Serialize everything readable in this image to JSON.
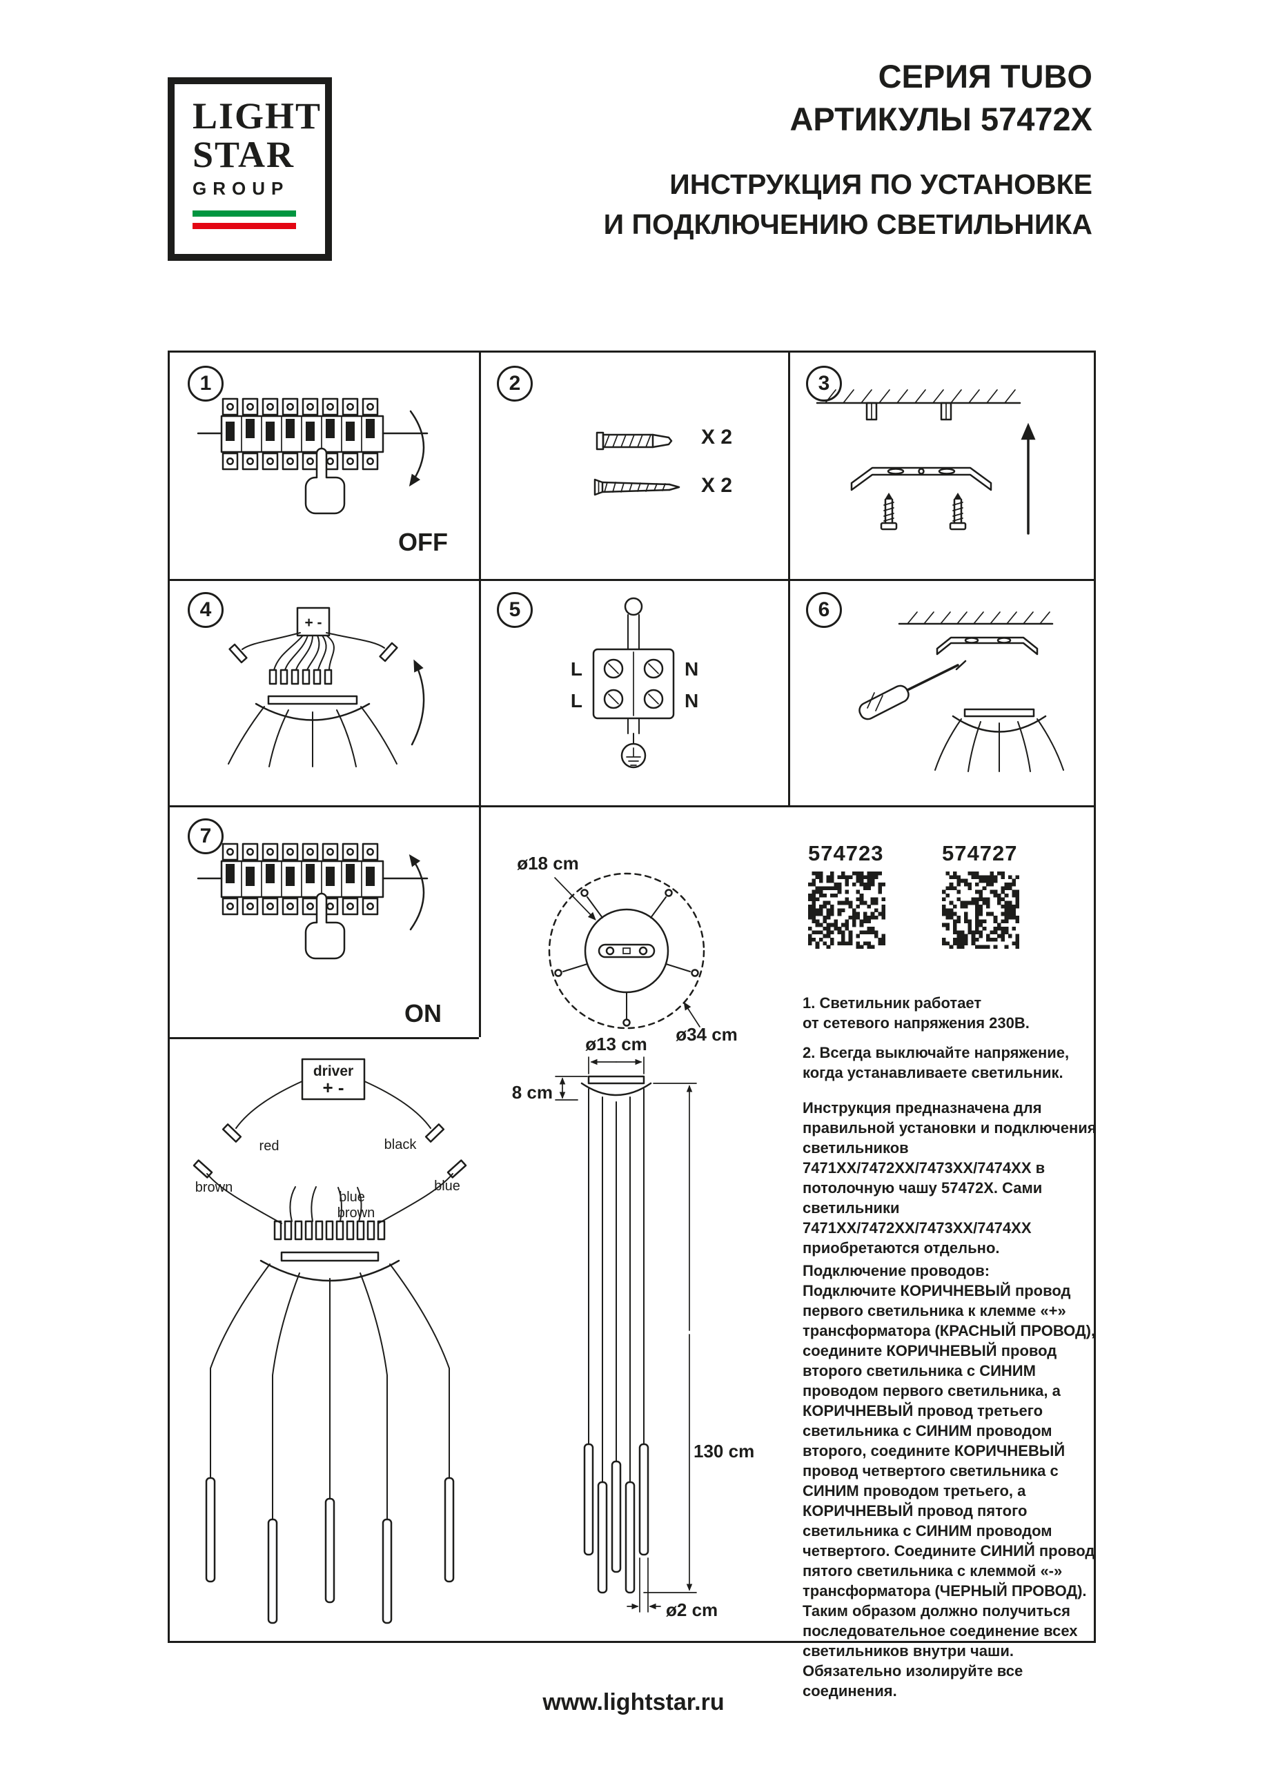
{
  "logo": {
    "line1": "LIGHT",
    "line2": "STAR",
    "line3": "GROUP"
  },
  "colors": {
    "text": "#1d1d1b",
    "flag_green": "#009540",
    "flag_white": "#ffffff",
    "flag_red": "#e30613"
  },
  "header": {
    "series": "СЕРИЯ TUBO",
    "articles": "АРТИКУЛЫ 57472X",
    "title_line1": "ИНСТРУКЦИЯ ПО УСТАНОВКЕ",
    "title_line2": "И ПОДКЛЮЧЕНИЮ СВЕТИЛЬНИКА"
  },
  "steps": {
    "s1": {
      "num": "1",
      "label": "OFF"
    },
    "s2": {
      "num": "2",
      "dowel_qty": "X 2",
      "screw_qty": "X 2"
    },
    "s3": {
      "num": "3"
    },
    "s4": {
      "num": "4",
      "box_label": "+ -"
    },
    "s5": {
      "num": "5",
      "t_tl": "L",
      "t_tr": "N",
      "t_bl": "L",
      "t_br": "N"
    },
    "s6": {
      "num": "6"
    },
    "s7": {
      "num": "7",
      "label": "ON"
    }
  },
  "top_view": {
    "inner": "ø18 cm",
    "outer": "ø34 cm"
  },
  "products": [
    {
      "code": "574723"
    },
    {
      "code": "574727"
    }
  ],
  "notes": {
    "n1": "1. Светильник работает\nот сетевого напряжения 230В.",
    "n2": "2. Всегда выключайте напряжение,\nкогда устанавливаете светильник."
  },
  "wiring": {
    "driver": "driver",
    "polarity": "+ -",
    "red": "red",
    "black": "black",
    "brown_left": "brown",
    "blue_right": "blue",
    "blue_mid": "blue",
    "brown_mid": "brown"
  },
  "dimensions": {
    "canopy_dia": "ø13 cm",
    "canopy_h": "8 cm",
    "height": "130 cm",
    "tube_dia": "ø2 cm"
  },
  "instructions": {
    "p1": "Инструкция предназначена для правильной установки и подключения светильников 7471XX/7472XX/7473XX/7474XX в потолочную чашу 57472X. Сами светильники 7471XX/7472XX/7473XX/7474XX приобретаются отдельно.",
    "p2_title": "Подключение проводов:",
    "p2": "Подключите КОРИЧНЕВЫЙ провод первого светильника к клемме «+» трансформатора (КРАСНЫЙ ПРОВОД), соедините КОРИЧНЕВЫЙ провод второго светильника с СИНИМ проводом первого светильника, а КОРИЧНЕВЫЙ провод третьего светильника с СИНИМ проводом второго, соедините КОРИЧНЕВЫЙ провод четвертого светильника с СИНИМ проводом третьего, а КОРИЧНЕВЫЙ провод пятого светильника с СИНИМ проводом четвертого. Соедините СИНИЙ провод пятого светильника с клеммой «-» трансформатора (ЧЕРНЫЙ ПРОВОД). Таким образом должно получиться последовательное соединение всех светильников внутри чаши. Обязательно изолируйте все соединения."
  },
  "footer": {
    "url": "www.lightstar.ru"
  }
}
